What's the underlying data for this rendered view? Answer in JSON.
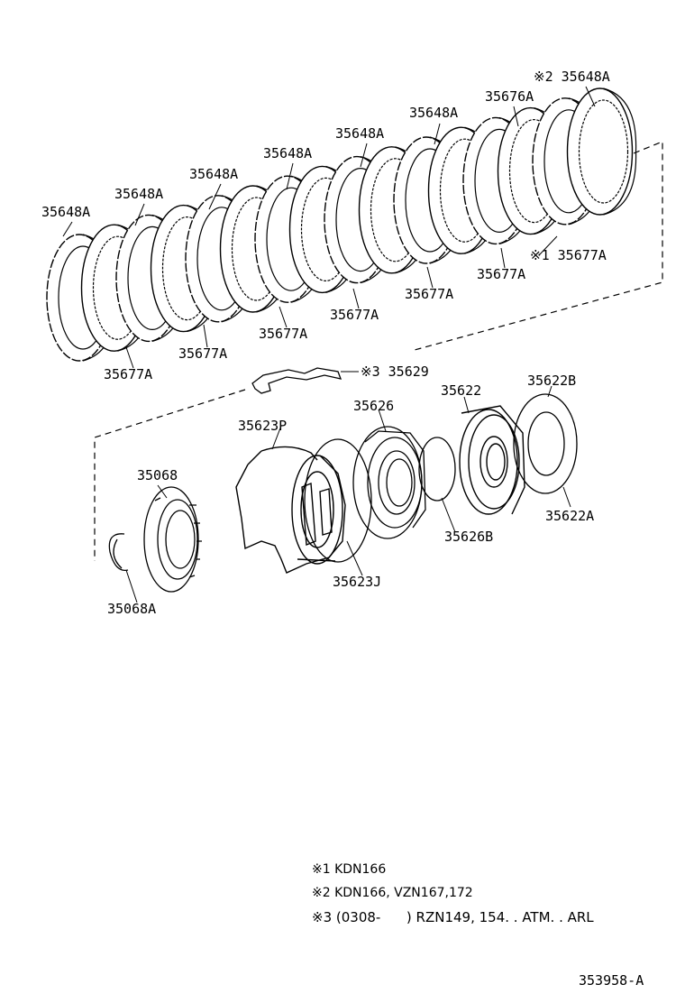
{
  "labels": {
    "p_35648A_1": "35648A",
    "p_35648A_2": "35648A",
    "p_35648A_3": "35648A",
    "p_35648A_4": "35648A",
    "p_35648A_5": "35648A",
    "p_35648A_6": "35648A",
    "p_35648A_top": "※2 35648A",
    "p_35676A": "35676A",
    "p_35677A_1": "35677A",
    "p_35677A_2": "35677A",
    "p_35677A_3": "35677A",
    "p_35677A_4": "35677A",
    "p_35677A_5": "35677A",
    "p_35677A_6": "35677A",
    "p_35677A_7": "※1 35677A",
    "p_35629": "※3 35629",
    "p_35626": "35626",
    "p_35622": "35622",
    "p_35622B": "35622B",
    "p_35622A": "35622A",
    "p_35626B": "35626B",
    "p_35623P": "35623P",
    "p_35623J": "35623J",
    "p_35068": "35068",
    "p_35068A": "35068A"
  },
  "notes": {
    "n1": "※1 KDN166",
    "n2": "※2 KDN166, VZN167,172",
    "n3": "※3 (0308-      ) RZN149, 154. . ATM. . ARL"
  },
  "doc_ref": "353958-A"
}
